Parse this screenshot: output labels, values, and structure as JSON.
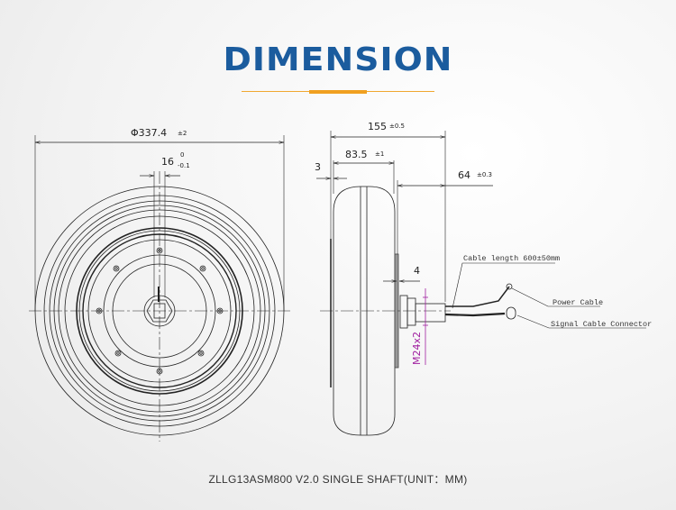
{
  "header": {
    "title": "DIMENSION"
  },
  "front_view": {
    "diameter_label": "Φ337.4",
    "diameter_tol": "±2",
    "shaft_label": "16",
    "shaft_tol_upper": "0",
    "shaft_tol_lower": "-0.1"
  },
  "side_view": {
    "total_width_label": "155",
    "total_width_tol": "±0.5",
    "hub_width_label": "83.5",
    "hub_width_tol": "±1",
    "offset_label": "3",
    "shaft_length_label": "64",
    "shaft_length_tol": "±0.3",
    "flange_label": "4",
    "thread_label": "M24x2",
    "thread_color": "#a020a0",
    "cable_length_note": "Cable length 600±50mm",
    "power_cable_note": "Power Cable",
    "signal_cable_note": "Signal Cable Connector"
  },
  "caption": "ZLLG13ASM800 V2.0 SINGLE SHAFT(UNIT：MM)",
  "colors": {
    "title": "#1b5c9e",
    "accent": "#f0a020"
  }
}
